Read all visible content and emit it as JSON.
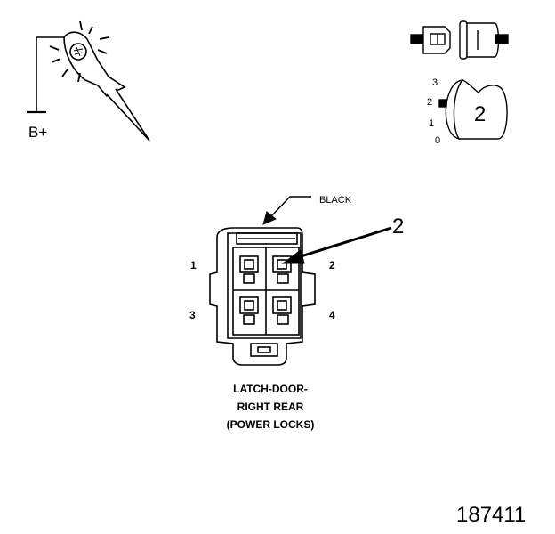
{
  "probe": {
    "supply_label": "B+"
  },
  "position_switch": {
    "positions": [
      "3",
      "2",
      "1",
      "0"
    ],
    "selected": "2"
  },
  "connector": {
    "wire_color_label": "BLACK",
    "callout_number": "2",
    "pins": [
      "1",
      "2",
      "3",
      "4"
    ],
    "title_lines": [
      "LATCH-DOOR-",
      "RIGHT REAR",
      "(POWER LOCKS)"
    ]
  },
  "figure_number": "187411"
}
